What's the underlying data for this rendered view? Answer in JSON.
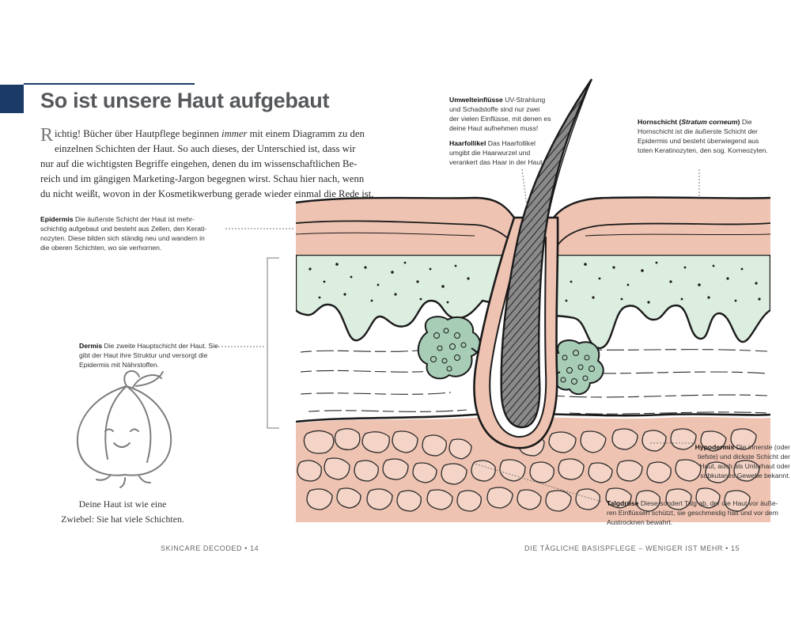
{
  "title": "So ist unsere Haut aufgebaut",
  "intro": {
    "dropcap": "R",
    "line1": "ichtig! Bücher über Hautpflege beginnen ",
    "line1_em": "immer",
    "line1_end": " mit einem Diagramm zu den",
    "line2": "einzelnen Schichten der Haut. So auch dieses, der Unterschied ist, dass wir",
    "line3": "nur auf die wichtigsten Begriffe eingehen, denen du im wissenschaftlichen Be-",
    "line4": "reich und im gängigen Marketing-Jargon begegnen wirst. Schau hier nach, wenn",
    "line5": "du nicht weißt, wovon in der Kosmetikwerbung gerade wieder einmal die Rede ist."
  },
  "annotations": {
    "epidermis": {
      "term": "Epidermis",
      "lines": [
        "Die äußerste Schicht der Haut ist mehr-",
        "schichtig aufgebaut und besteht aus Zellen, den Kerati-",
        "nozyten. Diese bilden sich ständig neu und wandern in",
        "die oberen Schichten, wo sie verhornen."
      ]
    },
    "dermis": {
      "term": "Dermis",
      "lines": [
        "Die zweite Hauptschicht der Haut. Sie",
        "gibt der Haut ihre Struktur und versorgt die",
        "Epidermis mit Nährstoffen."
      ]
    },
    "umwelt": {
      "term": "Umwelteinflüsse",
      "lines": [
        "UV-Strahlung",
        "und Schadstoffe sind nur zwei",
        "der vielen Einflüsse, mit denen es",
        "deine Haut aufnehmen muss!"
      ]
    },
    "haarfollikel": {
      "term": "Haarfollikel",
      "lines": [
        "Das Haarfollikel",
        "umgibt die Haarwurzel und",
        "verankert das Haar in der Haut."
      ]
    },
    "hornschicht": {
      "term": "Hornschicht (",
      "term_em": "Stratum corneum",
      "term_end": ")",
      "lines": [
        "Die",
        "Hornschicht ist die äußerste Schicht der",
        "Epidermis und besteht überwiegend aus",
        "toten Keratinozyten, den sog. Korneozyten."
      ]
    },
    "hypodermis": {
      "term": "Hypodermis",
      "lines": [
        "Die innerste (oder",
        "tiefste) und dickste Schicht der",
        "Haut, auch als Unterhaut oder",
        "subkutanes Gewebe bekannt."
      ]
    },
    "talgdruese": {
      "term": "Talgdrüse",
      "lines": [
        "Diese sondert Talg ab, der die Haut vor äuße-",
        "ren Einflüssen schützt, sie geschmeidig hält und vor dem",
        "Austrocknen bewahrt."
      ]
    }
  },
  "caption": {
    "line1": "Deine Haut ist wie eine",
    "line2": "Zwiebel: Sie hat viele Schichten."
  },
  "footer": {
    "left": "SKINCARE DECODED  •  14",
    "right": "DIE TÄGLICHE BASISPFLEGE – WENIGER IST MEHR  •  15"
  },
  "colors": {
    "accent": "#1c3a66",
    "skin_pink": "#efc3b2",
    "epidermis_green": "#dceee0",
    "gland_green": "#a7cdb7",
    "outline": "#1a1a1a"
  }
}
